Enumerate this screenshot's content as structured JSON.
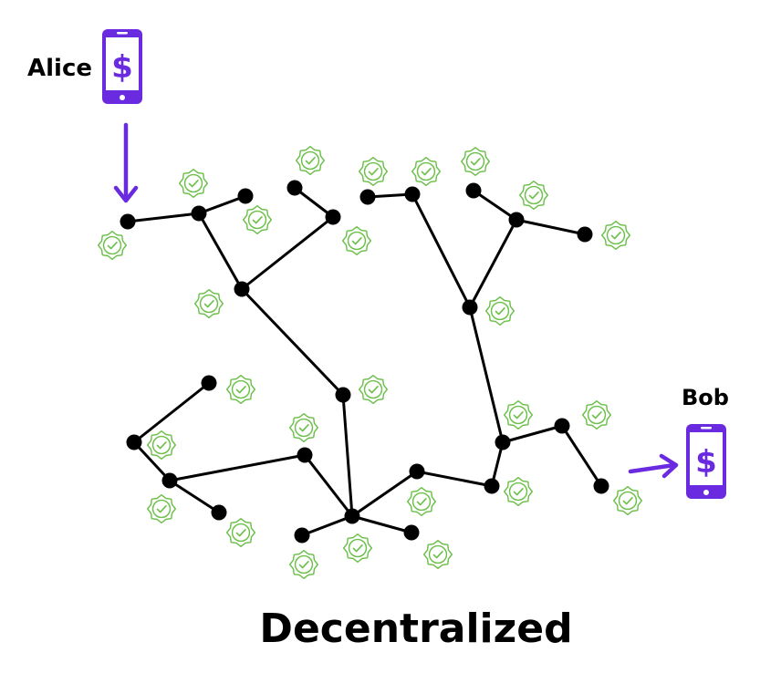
{
  "sender": {
    "name": "Alice",
    "device": "phone-dollar-icon"
  },
  "receiver": {
    "name": "Bob",
    "device": "phone-dollar-icon"
  },
  "title": "Decentralized",
  "colors": {
    "accent": "#6a2be0",
    "node": "#000000",
    "edge": "#000000",
    "verified": "#6cc04a",
    "background": "#ffffff"
  },
  "icons": {
    "node": "network-node",
    "verified": "verified-badge-icon",
    "arrow": "arrow-icon"
  }
}
